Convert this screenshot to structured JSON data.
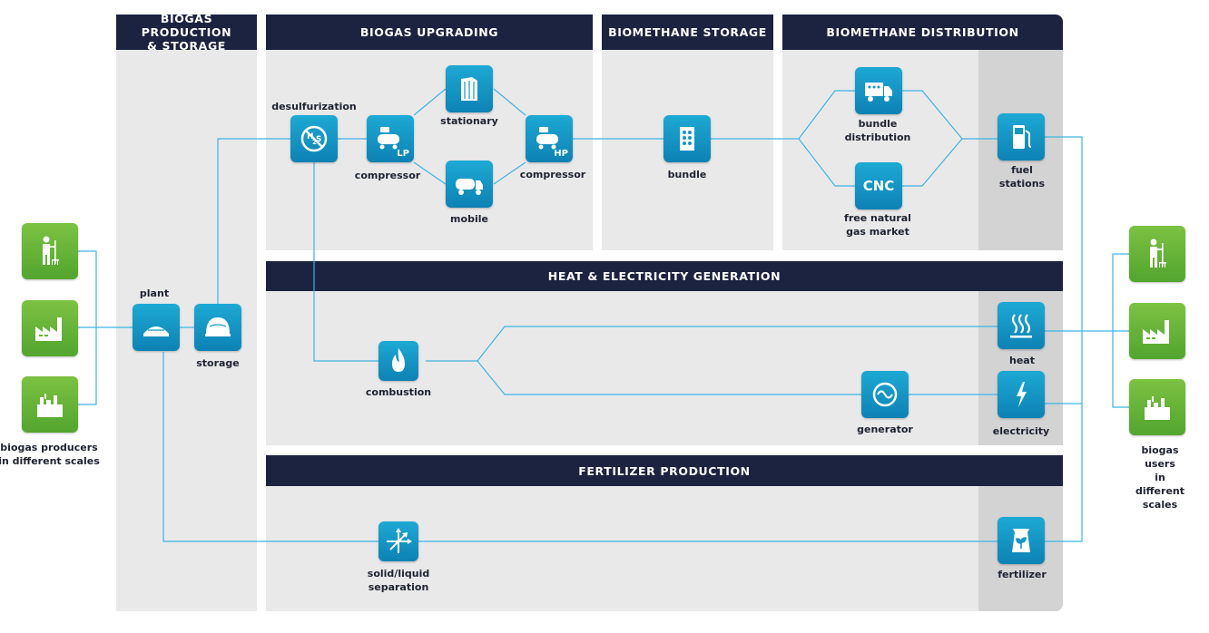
{
  "colors": {
    "header": "#1c2340",
    "panel": "#e9e9ea",
    "panel_dark": "#d3d3d4",
    "node": "#1496c8",
    "user_node": "#64b536",
    "line": "#3fb3e0"
  },
  "headers": {
    "production": "BIOGAS PRODUCTION\n& STORAGE",
    "upgrading": "BIOGAS UPGRADING",
    "storage": "BIOMETHANE STORAGE",
    "distribution": "BIOMETHANE DISTRIBUTION",
    "heat": "HEAT & ELECTRICITY GENERATION",
    "fertilizer": "FERTILIZER PRODUCTION"
  },
  "nodes": {
    "plant": {
      "label": "plant",
      "icon": "dome-icon"
    },
    "storage": {
      "label": "storage",
      "icon": "gas-holder-icon"
    },
    "desulfurization": {
      "label": "desulfurization",
      "icon": "no-h2s-icon"
    },
    "compressor_lp": {
      "label": "compressor",
      "badge": "LP",
      "icon": "compressor-icon"
    },
    "stationary": {
      "label": "stationary",
      "icon": "tank-icon"
    },
    "mobile": {
      "label": "mobile",
      "icon": "truck-icon"
    },
    "compressor_hp": {
      "label": "compressor",
      "badge": "HP",
      "icon": "compressor-icon"
    },
    "bundle": {
      "label": "bundle",
      "icon": "cylinder-bundle-icon"
    },
    "bundle_distribution": {
      "label": "bundle\ndistribution",
      "icon": "delivery-truck-icon"
    },
    "cnc": {
      "label": "free natural\ngas market",
      "text": "CNC",
      "icon": "cnc-icon"
    },
    "fuel_stations": {
      "label": "fuel\nstations",
      "icon": "fuel-pump-icon"
    },
    "combustion": {
      "label": "combustion",
      "icon": "flame-icon"
    },
    "heat": {
      "label": "heat",
      "icon": "heat-icon"
    },
    "generator": {
      "label": "generator",
      "icon": "generator-icon"
    },
    "electricity": {
      "label": "electricity",
      "icon": "lightning-icon"
    },
    "separation": {
      "label": "solid/liquid\nseparation",
      "icon": "separation-icon"
    },
    "fertilizer": {
      "label": "fertilizer",
      "icon": "fertilizer-bag-icon"
    }
  },
  "producers": {
    "label": "biogas producers\nin different scales",
    "icons": [
      "farmer-icon",
      "factory-icon",
      "industrial-plant-icon"
    ]
  },
  "users": {
    "label": "biogas users\nin different scales",
    "icons": [
      "farmer-icon",
      "factory-icon",
      "industrial-plant-icon"
    ]
  }
}
